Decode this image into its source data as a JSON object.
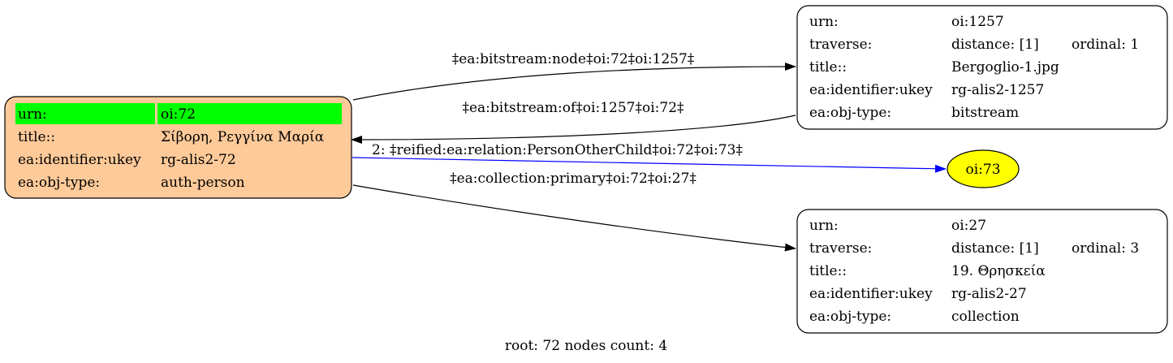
{
  "graph": {
    "caption": "root: 72 nodes count: 4",
    "colors": {
      "root_fill": "#ffca99",
      "root_highlight": "#00ff00",
      "node_fill": "#ffffff",
      "oval_fill": "#ffff00",
      "reified_edge": "#0000ff",
      "edge": "#000000"
    },
    "root": {
      "urn_label": "urn:",
      "urn_value": "oi:72",
      "title_label": "title::",
      "title_value": "Σίβορη, Ρεγγίνα Μαρία",
      "ukey_label": "ea:identifier:ukey",
      "ukey_value": "rg-alis2-72",
      "type_label": "ea:obj-type:",
      "type_value": "auth-person"
    },
    "bitstream": {
      "urn_label": "urn:",
      "urn_value": "oi:1257",
      "traverse_label": "traverse:",
      "distance": "distance: [1]",
      "ordinal": "ordinal: 1",
      "title_label": "title::",
      "title_value": "Bergoglio-1.jpg",
      "ukey_label": "ea:identifier:ukey",
      "ukey_value": "rg-alis2-1257",
      "type_label": "ea:obj-type:",
      "type_value": "bitstream"
    },
    "collection": {
      "urn_label": "urn:",
      "urn_value": "oi:27",
      "traverse_label": "traverse:",
      "distance": "distance: [1]",
      "ordinal": "ordinal: 3",
      "title_label": "title::",
      "title_value": "19. Θρησκεία",
      "ukey_label": "ea:identifier:ukey",
      "ukey_value": "rg-alis2-27",
      "type_label": "ea:obj-type:",
      "type_value": "collection"
    },
    "oval": {
      "label": "oi:73"
    },
    "edges": {
      "bitstream_node": "‡ea:bitstream:node‡oi:72‡oi:1257‡",
      "bitstream_of": "‡ea:bitstream:of‡oi:1257‡oi:72‡",
      "reified": "2: ‡reified:ea:relation:PersonOtherChild‡oi:72‡oi:73‡",
      "collection_primary": "‡ea:collection:primary‡oi:72‡oi:27‡"
    }
  }
}
